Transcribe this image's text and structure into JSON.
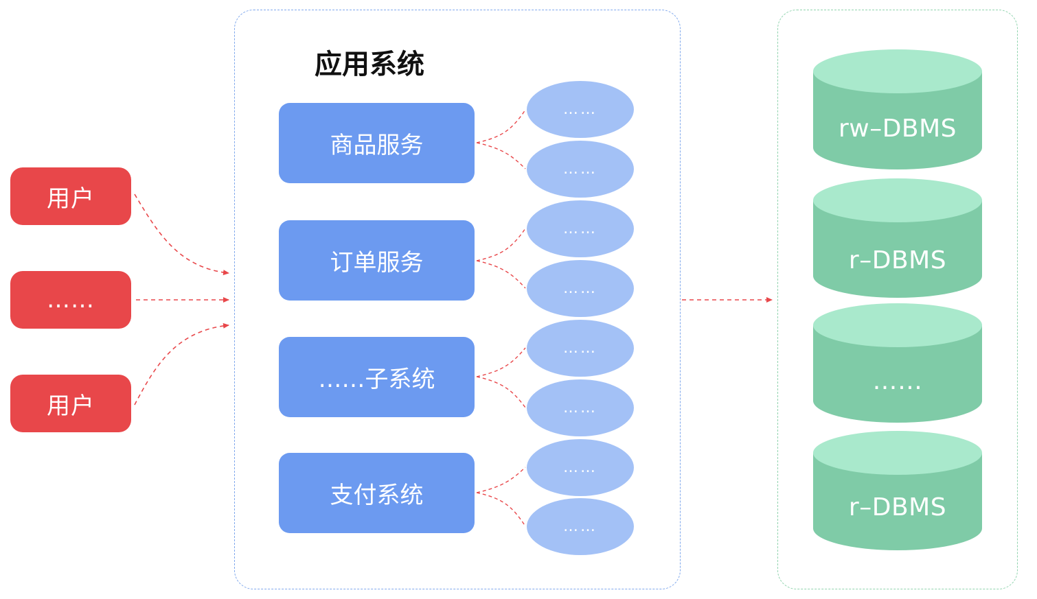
{
  "users": [
    {
      "label": "用户"
    },
    {
      "label": "……"
    },
    {
      "label": "用户"
    }
  ],
  "app_system": {
    "title": "应用系统",
    "services": [
      {
        "label": "商品服务"
      },
      {
        "label": "订单服务"
      },
      {
        "label": "……子系统"
      },
      {
        "label": "支付系统"
      }
    ],
    "worker_label": "……"
  },
  "databases": [
    {
      "label": "rw–DBMS"
    },
    {
      "label": "r–DBMS"
    },
    {
      "label": "……"
    },
    {
      "label": "r–DBMS"
    }
  ],
  "colors": {
    "user": "#e8474a",
    "service": "#6c9af0",
    "worker": "#a3c1f6",
    "db_body": "#7fcba7",
    "db_top": "#a9e9cc",
    "arrow": "#e8474a"
  }
}
